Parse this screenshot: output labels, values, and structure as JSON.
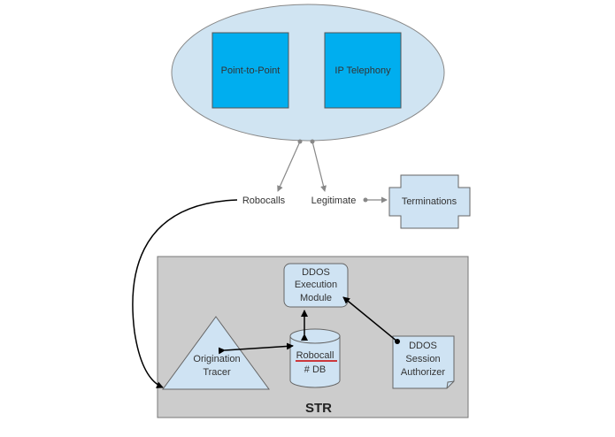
{
  "network": {
    "box1": "Point-to-Point",
    "box2": "IP Telephony"
  },
  "flows": {
    "robocalls": "Robocalls",
    "legitimate": "Legitimate"
  },
  "terminations": "Terminations",
  "str": {
    "label": "STR",
    "ddos_exec": [
      "DDOS",
      "Execution",
      "Module"
    ],
    "robocall_db": [
      "Robocall",
      "# DB"
    ],
    "origination_tracer": [
      "Origination",
      "Tracer"
    ],
    "session_authorizer": [
      "DDOS",
      "Session",
      "Authorizer"
    ]
  },
  "colors": {
    "ellipse_fill": "#d0e4f2",
    "box_fill": "#00aeef",
    "shape_fill": "#cfe3f3",
    "str_fill": "#cccccc",
    "spellcheck_underline": "#cc0000"
  }
}
